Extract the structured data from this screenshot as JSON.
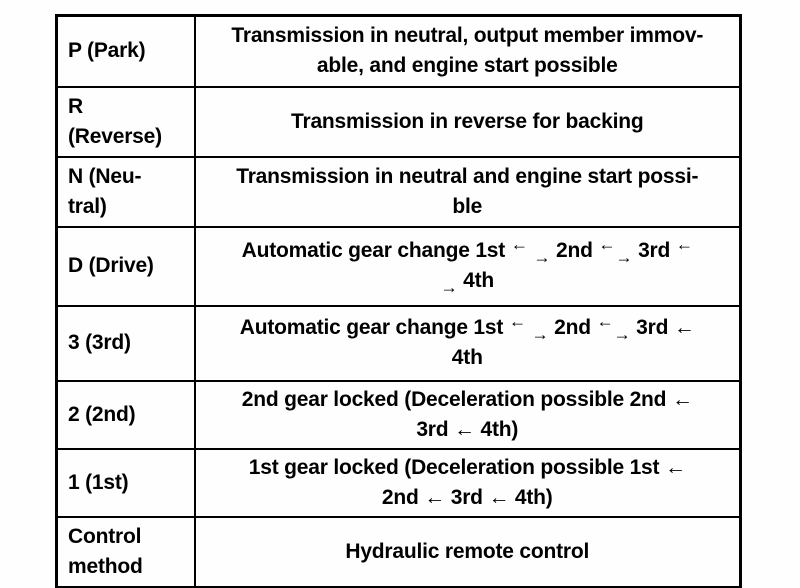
{
  "colors": {
    "background": "#ffffff",
    "table_border": "#000000",
    "text": "#000000"
  },
  "table": {
    "rows": [
      {
        "label_text": "P (Park)",
        "label_lines": [
          "P (Park)"
        ],
        "desc_text": "Transmission in neutral, output member immovable, and engine start possible",
        "desc_lines": [
          [
            {
              "k": "t",
              "v": "Transmission in neutral, output member immov-"
            }
          ],
          [
            {
              "k": "t",
              "v": "able, and engine start possible"
            }
          ]
        ]
      },
      {
        "label_text": "R (Reverse)",
        "label_lines": [
          "R",
          "(Reverse)"
        ],
        "desc_text": "Transmission in reverse for backing",
        "desc_lines": [
          [
            {
              "k": "t",
              "v": "Transmission in reverse for backing"
            }
          ]
        ]
      },
      {
        "label_text": "N (Neutral)",
        "label_lines": [
          "N (Neu-",
          "tral)"
        ],
        "desc_text": "Transmission in neutral and engine start possible",
        "desc_lines": [
          [
            {
              "k": "t",
              "v": "Transmission in neutral and engine start possi-"
            }
          ],
          [
            {
              "k": "t",
              "v": "ble"
            }
          ]
        ]
      },
      {
        "label_text": "D (Drive)",
        "label_lines": [
          "D (Drive)"
        ],
        "desc_text": "Automatic gear change 1st ←→ 2nd ←→ 3rd ←→ 4th",
        "desc_lines": [
          [
            {
              "k": "t",
              "v": "Automatic gear change 1st "
            },
            {
              "k": "up",
              "v": "←"
            },
            {
              "k": "t",
              "v": " "
            },
            {
              "k": "dn",
              "v": "→"
            },
            {
              "k": "t",
              "v": " 2nd "
            },
            {
              "k": "up",
              "v": "←"
            },
            {
              "k": "dn",
              "v": "→"
            },
            {
              "k": "t",
              "v": " 3rd "
            },
            {
              "k": "up",
              "v": "←"
            }
          ],
          [
            {
              "k": "dn",
              "v": "→"
            },
            {
              "k": "t",
              "v": " 4th"
            }
          ]
        ]
      },
      {
        "label_text": "3 (3rd)",
        "label_lines": [
          "3 (3rd)"
        ],
        "desc_text": "Automatic gear change 1st ←→ 2nd ←→ 3rd ← 4th",
        "desc_lines": [
          [
            {
              "k": "t",
              "v": "Automatic gear change 1st "
            },
            {
              "k": "up",
              "v": "←"
            },
            {
              "k": "t",
              "v": " "
            },
            {
              "k": "dn",
              "v": "→"
            },
            {
              "k": "t",
              "v": " 2nd "
            },
            {
              "k": "up",
              "v": "←"
            },
            {
              "k": "dn",
              "v": "→"
            },
            {
              "k": "t",
              "v": " 3rd ←"
            }
          ],
          [
            {
              "k": "t",
              "v": "4th"
            }
          ]
        ]
      },
      {
        "label_text": "2 (2nd)",
        "label_lines": [
          "2 (2nd)"
        ],
        "desc_text": "2nd gear locked (Deceleration possible 2nd ← 3rd ← 4th)",
        "desc_lines": [
          [
            {
              "k": "t",
              "v": "2nd gear locked (Deceleration possible 2nd ←"
            }
          ],
          [
            {
              "k": "t",
              "v": "3rd ← 4th)"
            }
          ]
        ]
      },
      {
        "label_text": "1 (1st)",
        "label_lines": [
          "1 (1st)"
        ],
        "desc_text": "1st gear locked (Deceleration possible 1st ← 2nd ← 3rd ← 4th)",
        "desc_lines": [
          [
            {
              "k": "t",
              "v": "1st gear locked (Deceleration possible 1st ←"
            }
          ],
          [
            {
              "k": "t",
              "v": "2nd ← 3rd ← 4th)"
            }
          ]
        ]
      },
      {
        "label_text": "Control method",
        "label_lines": [
          "Control",
          "method"
        ],
        "desc_text": "Hydraulic remote control",
        "desc_lines": [
          [
            {
              "k": "t",
              "v": "Hydraulic remote control"
            }
          ]
        ]
      }
    ]
  }
}
